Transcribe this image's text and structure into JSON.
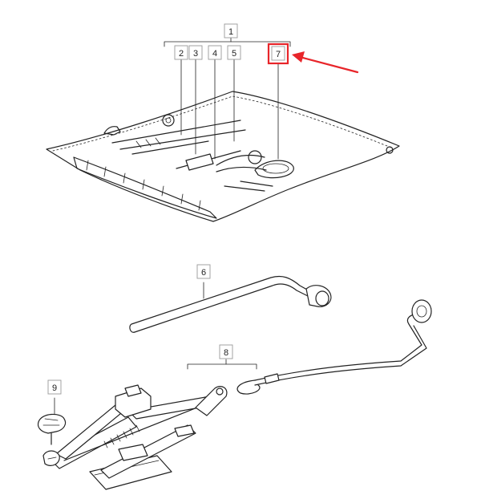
{
  "callouts": {
    "c1": "1",
    "c2": "2",
    "c3": "3",
    "c4": "4",
    "c5": "5",
    "c6": "6",
    "c7": "7",
    "c8": "8",
    "c9": "9"
  },
  "colors": {
    "ink": "#222222",
    "highlight": "#e8252a",
    "background": "#ffffff"
  }
}
